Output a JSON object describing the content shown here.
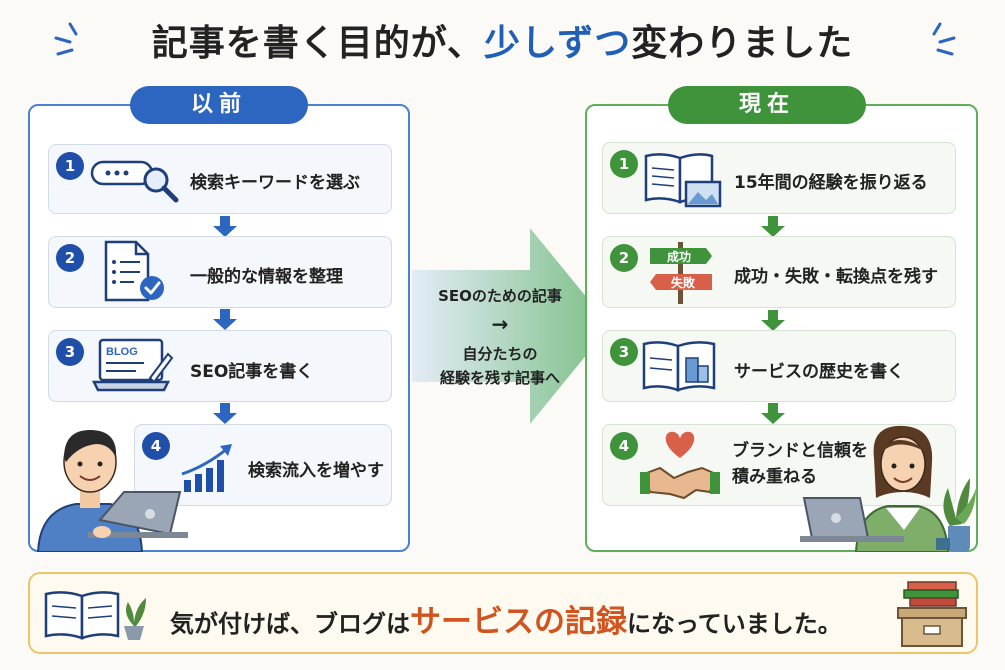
{
  "title": {
    "part1": "記事を書く目的が、",
    "highlight": "少しずつ",
    "part2": "変わりました"
  },
  "before": {
    "label": "以前",
    "steps": [
      {
        "num": "1",
        "text": "検索キーワードを選ぶ"
      },
      {
        "num": "2",
        "text": "一般的な情報を整理"
      },
      {
        "num": "3",
        "text": "SEO記事を書く"
      },
      {
        "num": "4",
        "text": "検索流入を増やす"
      }
    ]
  },
  "transition": {
    "line1": "SEOのための記事",
    "arrow": "→",
    "line2": "自分たちの",
    "line3": "経験を残す記事へ"
  },
  "after": {
    "label": "現在",
    "steps": [
      {
        "num": "1",
        "text": "15年間の経験を振り返る"
      },
      {
        "num": "2",
        "text": "成功・失敗・転換点を残す"
      },
      {
        "num": "3",
        "text": "サービスの歴史を書く"
      },
      {
        "num": "4",
        "line1": "ブランドと信頼を",
        "line2": "積み重ねる"
      }
    ],
    "signpost": {
      "top": "成功",
      "bottom": "失敗"
    }
  },
  "illustration_text": {
    "blog": "BLOG"
  },
  "conclusion": {
    "part1": "気が付けば、ブログは",
    "accent": "サービスの記録",
    "part2": "になっていました。"
  },
  "colors": {
    "blue": "#2d66c0",
    "green": "#3f943b",
    "accent": "#d1531f"
  }
}
